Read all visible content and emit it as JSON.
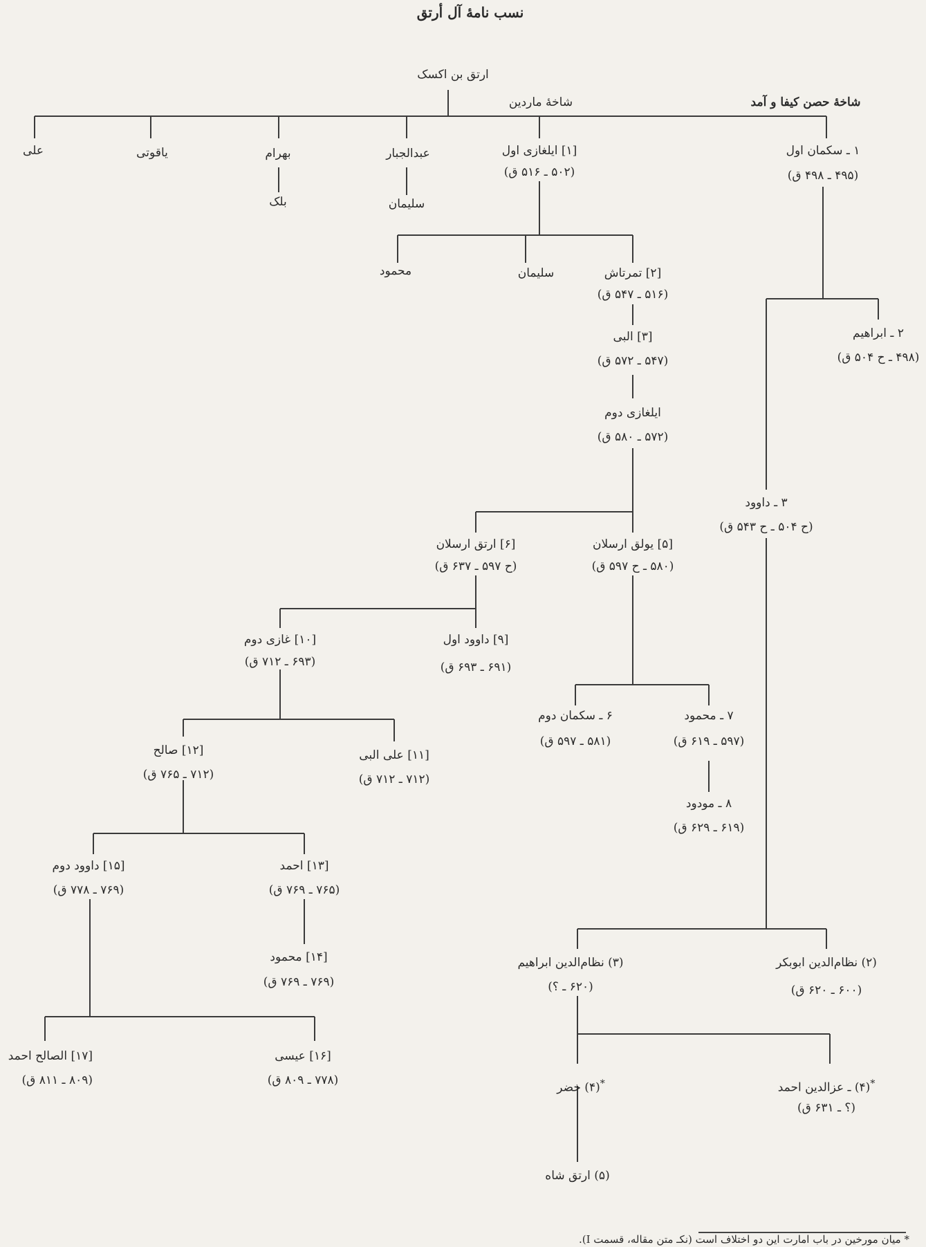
{
  "title": "نسب نامهٔ آل أرتق",
  "root": "ارتق بن اکسک",
  "branches": {
    "mardin": "شاخهٔ ماردین",
    "hisn": "شاخهٔ حصن کیفا و آمد"
  },
  "people": {
    "ali": "علی",
    "yaquti": "یاقوتی",
    "bahram": "بهرام",
    "balak": "بلک",
    "abduljabbar": "عبدالجبار",
    "soleiman1": "سلیمان",
    "ilghazi1_name": "[۱] ایلغازی اول",
    "ilghazi1_dates": "(۵۰۲ ـ ۵۱۶ ق)",
    "soqman1_name": "۱ ـ سکمان اول",
    "soqman1_dates": "(۴۹۵ ـ ۴۹۸ ق)",
    "mahmud1": "محمود",
    "soleiman2": "سلیمان",
    "timurtash_name": "[۲] تمرتاش",
    "timurtash_dates": "(۵۱۶ ـ ۵۴۷ ق)",
    "ibrahim_name": "۲ ـ ابراهیم",
    "ibrahim_dates": "(۴۹۸ ـ ح ۵۰۴ ق)",
    "alpi_name": "[۳] البی",
    "alpi_dates": "(۵۴۷ ـ ۵۷۲ ق)",
    "ilghazi2_name": "ایلغازی دوم",
    "ilghazi2_dates": "(۵۷۲ ـ ۵۸۰ ق)",
    "dawud3_name": "۳ ـ داوود",
    "dawud3_dates": "(ح ۵۰۴ ـ ح ۵۴۳ ق)",
    "artuqarslan_name": "[۶] ارتق ارسلان",
    "artuqarslan_dates": "(ح ۵۹۷ ـ ۶۳۷ ق)",
    "yuluqarslan_name": "[۵] یولق ارسلان",
    "yuluqarslan_dates": "(۵۸۰ ـ ح ۵۹۷ ق)",
    "ghazi2_name": "[۱۰] غازی دوم",
    "ghazi2_dates": "(۶۹۳ ـ ۷۱۲ ق)",
    "dawud1_name": "[۹] داوود اول",
    "dawud1_dates": "(۶۹۱ ـ ۶۹۳ ق)",
    "soqman2_name": "۶ ـ سکمان دوم",
    "soqman2_dates": "(۵۸۱ ـ ۵۹۷ ق)",
    "mahmud7_name": "۷ ـ محمود",
    "mahmud7_dates": "(۵۹۷ ـ ۶۱۹ ق)",
    "salih_name": "[۱۲] صالح",
    "salih_dates": "(۷۱۲ ـ ۷۶۵ ق)",
    "alialpi_name": "[۱۱] علی البی",
    "alialpi_dates": "(۷۱۲ ـ ۷۱۲ ق)",
    "mawdud_name": "۸ ـ مودود",
    "mawdud_dates": "(۶۱۹ ـ ۶۲۹ ق)",
    "dawud2_name": "[۱۵] داوود دوم",
    "dawud2_dates": "(۷۶۹ ـ ۷۷۸ ق)",
    "ahmad13_name": "[۱۳] احمد",
    "ahmad13_dates": "(۷۶۵ ـ ۷۶۹ ق)",
    "mahmud14_name": "[۱۴] محمود",
    "mahmud14_dates": "(۷۶۹ ـ ۷۶۹ ق)",
    "nizam_ibrahim_name": "(۳) نظام‌الدین ابراهیم",
    "nizam_ibrahim_dates": "(۶۲۰ ـ ؟)",
    "nizam_abubakr_name": "(۲) نظام‌الدین ابوبکر",
    "nizam_abubakr_dates": "(۶۰۰ ـ ۶۲۰ ق)",
    "salih_ahmad_name": "[۱۷] الصالح احمد",
    "salih_ahmad_dates": "(۸۰۹ ـ ۸۱۱ ق)",
    "isa_name": "[۱۶] عیسی",
    "isa_dates": "(۷۷۸ ـ ۸۰۹ ق)",
    "khidr_name": "(۴) خضر",
    "izz_ahmad_name": "(۴) ـ عزالدین احمد",
    "izz_ahmad_dates": "(؟ ـ ۶۳۱ ق)",
    "artuq_shah_name": "(۵) ارتق شاه"
  },
  "marks": {
    "asterisk": "*"
  },
  "footnote": "* میان مورخین در باب امارت این دو اختلاف است (نکـ متن مقاله، قسمت I)."
}
